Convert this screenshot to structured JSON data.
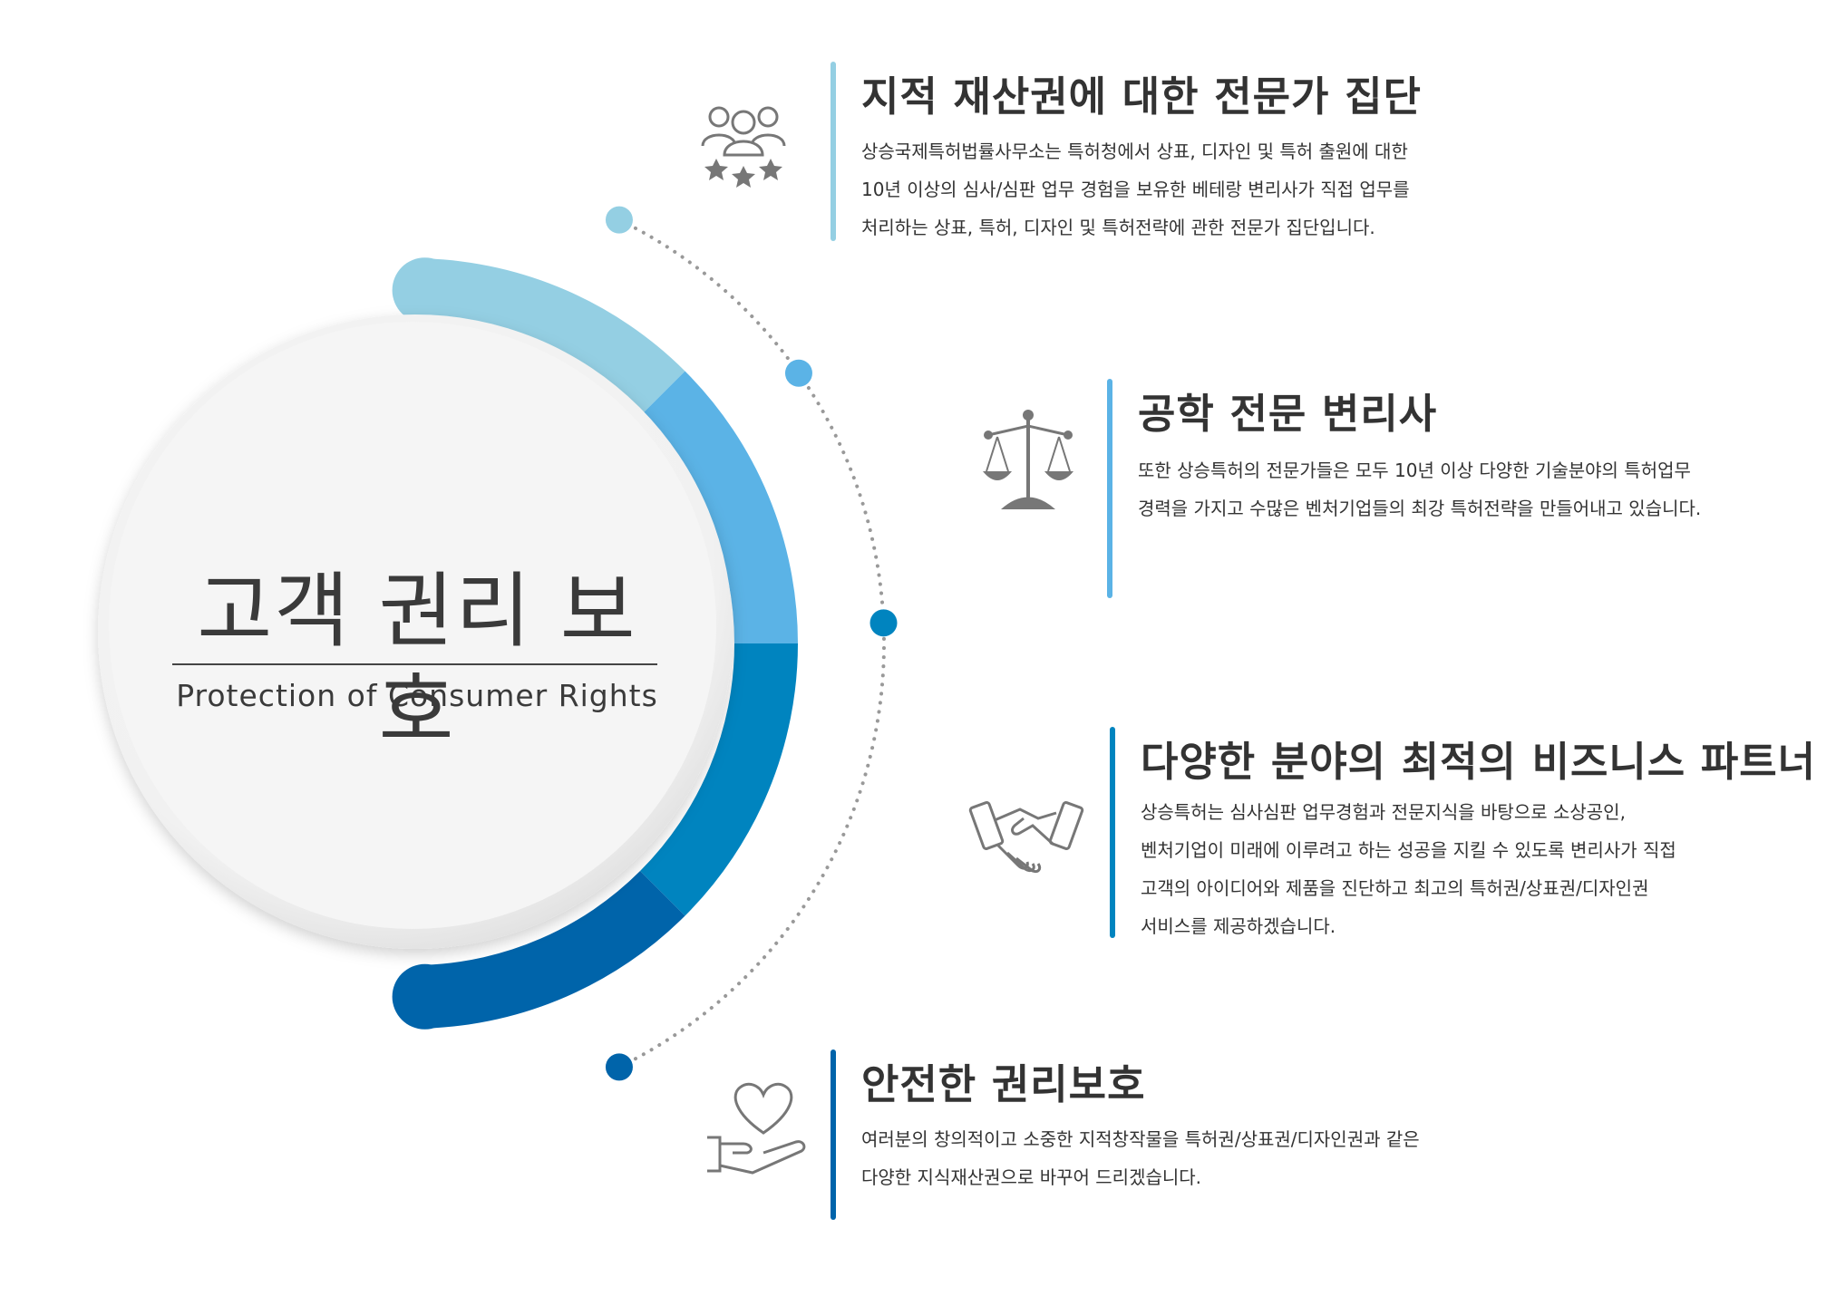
{
  "center": {
    "title": "고객 권리 보호",
    "subtitle": "Protection of Consumer Rights"
  },
  "colors": {
    "segment1": "#94CFE3",
    "segment2": "#5BB3E6",
    "segment3": "#0084BF",
    "segment4": "#0064AA",
    "dotted": "#999999",
    "icon": "#777777"
  },
  "items": [
    {
      "title": "지적 재산권에 대한 전문가 집단",
      "lines": [
        "상승국제특허법률사무소는 특허청에서 상표, 디자인 및 특허 출원에 대한",
        "10년 이상의 심사/심판 업무 경험을 보유한 베테랑 변리사가 직접 업무를",
        "처리하는 상표, 특허, 디자인 및 특허전략에 관한 전문가 집단입니다."
      ],
      "icon": "people-stars-icon"
    },
    {
      "title": "공학 전문 변리사",
      "lines": [
        "또한 상승특허의 전문가들은 모두 10년 이상 다양한 기술분야의 특허업무",
        "경력을 가지고 수많은 벤처기업들의 최강 특허전략을 만들어내고 있습니다."
      ],
      "icon": "scales-icon"
    },
    {
      "title": "다양한 분야의 최적의 비즈니스 파트너",
      "lines": [
        "상승특허는 심사심판 업무경험과 전문지식을 바탕으로 소상공인,",
        "벤처기업이 미래에 이루려고 하는 성공을 지킬 수 있도록 변리사가 직접",
        "고객의 아이디어와 제품을 진단하고 최고의 특허권/상표권/디자인권",
        "서비스를 제공하겠습니다."
      ],
      "icon": "handshake-icon"
    },
    {
      "title": "안전한 권리보호",
      "lines": [
        "여러분의 창의적이고 소중한 지적창작물을 특허권/상표권/디자인권과 같은",
        "다양한 지식재산권으로 바꾸어 드리겠습니다."
      ],
      "icon": "heart-hand-icon"
    }
  ]
}
